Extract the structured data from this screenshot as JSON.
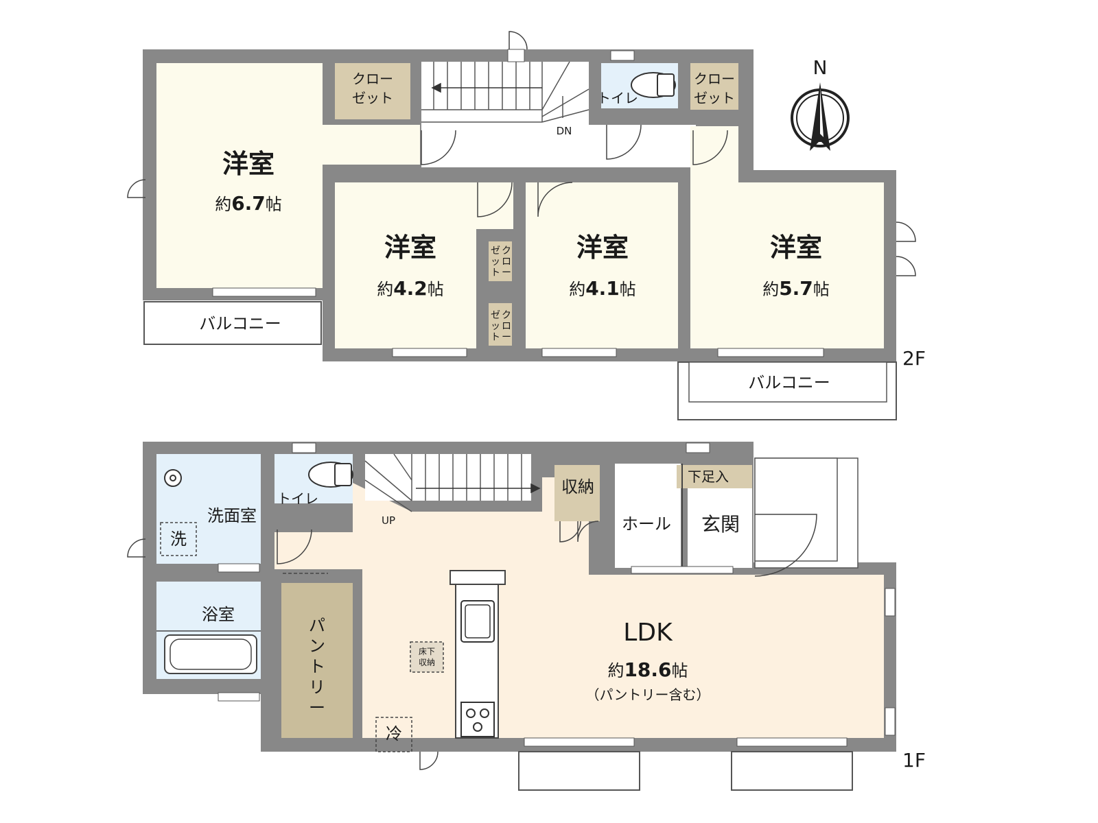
{
  "compass": {
    "north_label": "N"
  },
  "floors": {
    "second": {
      "floor_label": "2F",
      "rooms": {
        "western_1": {
          "name": "洋室",
          "area_prefix": "約",
          "area_value": "6.7",
          "area_unit": "帖"
        },
        "western_2": {
          "name": "洋室",
          "area_prefix": "約",
          "area_value": "4.2",
          "area_unit": "帖"
        },
        "western_3": {
          "name": "洋室",
          "area_prefix": "約",
          "area_value": "4.1",
          "area_unit": "帖"
        },
        "western_4": {
          "name": "洋室",
          "area_prefix": "約",
          "area_value": "5.7",
          "area_unit": "帖"
        },
        "closet_a_line1": "クロー",
        "closet_a_line2": "ゼット",
        "closet_b_line1": "クロー",
        "closet_b_line2": "ゼット",
        "small_closet_1": [
          "ク",
          "ロ",
          "ー",
          "ゼ",
          "ッ",
          "ト"
        ],
        "small_closet_2": [
          "ク",
          "ロ",
          "ー",
          "ゼ",
          "ッ",
          "ト"
        ],
        "toilet": "トイレ",
        "stairs_label": "DN",
        "balcony_west": "バルコニー",
        "balcony_east": "バルコニー"
      }
    },
    "first": {
      "floor_label": "1F",
      "rooms": {
        "washroom": "洗面室",
        "washer": "洗",
        "bathroom": "浴室",
        "toilet": "トイレ",
        "stairs_label": "UP",
        "storage": "収納",
        "shoe_storage": "下足入",
        "hall": "ホール",
        "entrance": "玄関",
        "pantry": [
          "パ",
          "ン",
          "ト",
          "リ",
          "ー"
        ],
        "underfloor_line1": "床下",
        "underfloor_line2": "収納",
        "fridge": "冷",
        "ldk": {
          "name": "LDK",
          "area_prefix": "約",
          "area_value": "18.6",
          "area_unit": "帖",
          "note": "（パントリー含む）"
        }
      }
    }
  },
  "colors": {
    "wall": "#888888",
    "western_room": "#fdfbec",
    "closet": "#d8ccae",
    "wet_area": "#e4f1fa",
    "ldk": "#fdf1e0",
    "pantry": "#c9bd9b"
  }
}
